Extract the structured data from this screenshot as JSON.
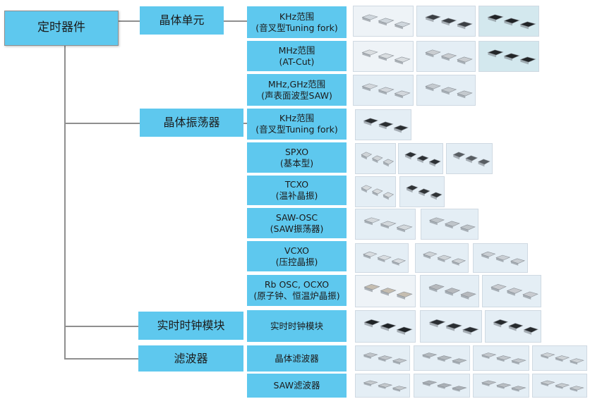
{
  "root": {
    "label": "定时器件"
  },
  "categories": [
    {
      "label": "晶体单元"
    },
    {
      "label": "晶体振荡器"
    },
    {
      "label": "实时时钟模块"
    },
    {
      "label": "滤波器"
    }
  ],
  "items": [
    {
      "line1": "KHz范围",
      "line2": "(音叉型Tuning fork)"
    },
    {
      "line1": "MHz范围",
      "line2": "(AT-Cut)"
    },
    {
      "line1": "MHz,GHz范围",
      "line2": "(声表面波型SAW)"
    },
    {
      "line1": "KHz范围",
      "line2": "(音叉型Tuning fork)"
    },
    {
      "line1": "SPXO",
      "line2": "(基本型)"
    },
    {
      "line1": "TCXO",
      "line2": "(温补晶振)"
    },
    {
      "line1": "SAW-OSC",
      "line2": "(SAW振荡器)"
    },
    {
      "line1": "VCXO",
      "line2": "(压控晶振)"
    },
    {
      "line1": "Rb OSC, OCXO",
      "line2": "(原子钟、恒温炉晶振)"
    },
    {
      "line1": "实时时钟模块",
      "line2": ""
    },
    {
      "line1": "晶体滤波器",
      "line2": ""
    },
    {
      "line1": "SAW滤波器",
      "line2": ""
    }
  ],
  "icons": {
    "component_photo": "electronic-component-photo"
  },
  "colors": {
    "box_fill": "#5ec8ee",
    "connector": "#8f8f8f"
  }
}
